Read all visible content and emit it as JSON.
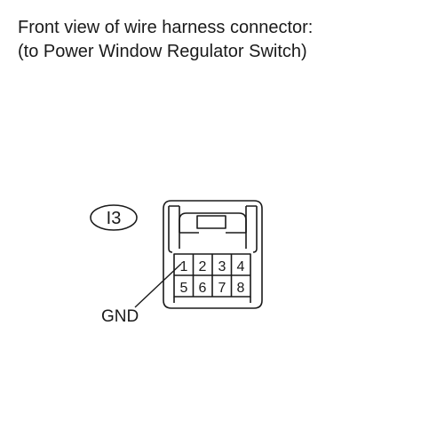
{
  "caption": {
    "line1": "Front view of wire harness connector:",
    "line2": "(to Power Window Regulator Switch)"
  },
  "connector": {
    "code": "I3",
    "pins_top": [
      "1",
      "2",
      "3",
      "4"
    ],
    "pins_bottom": [
      "5",
      "6",
      "7",
      "8"
    ],
    "callout_label": "GND"
  },
  "colors": {
    "line": "#1a1a1a",
    "background": "#ffffff"
  }
}
